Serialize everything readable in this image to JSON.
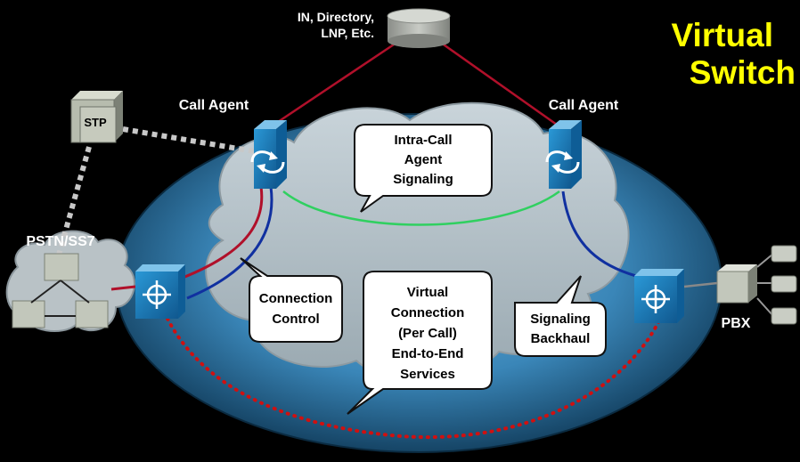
{
  "title": {
    "line1": "Virtual",
    "line2": "Switch"
  },
  "nodes": {
    "database": {
      "line1": "IN, Directory,",
      "line2": "LNP, Etc."
    },
    "call_agent_left": "Call Agent",
    "call_agent_right": "Call Agent",
    "stp": "STP",
    "pstn": "PSTN/SS7",
    "pbx": "PBX"
  },
  "callouts": {
    "intra_call": [
      "Intra-Call",
      "Agent",
      "Signaling"
    ],
    "connection_control": [
      "Connection",
      "Control"
    ],
    "virtual_connection": [
      "Virtual",
      "Connection",
      "(Per Call)",
      "End-to-End",
      "Services"
    ],
    "signaling_backhaul": [
      "Signaling",
      "Backhaul"
    ]
  },
  "colors": {
    "title": "#ffff00",
    "signaling_red": "#b0102a",
    "control_blue": "#1030a0",
    "intra_green": "#30d060",
    "dotted_red": "#d01010",
    "switch_blue": "#1a7ab8",
    "label_white": "#ffffff"
  },
  "icons": {
    "switch": "switch-icon",
    "call_agent": "call-agent-icon",
    "database": "database-icon",
    "stp": "stp-icon",
    "phone": "phone-icon",
    "pbx": "pbx-icon"
  }
}
